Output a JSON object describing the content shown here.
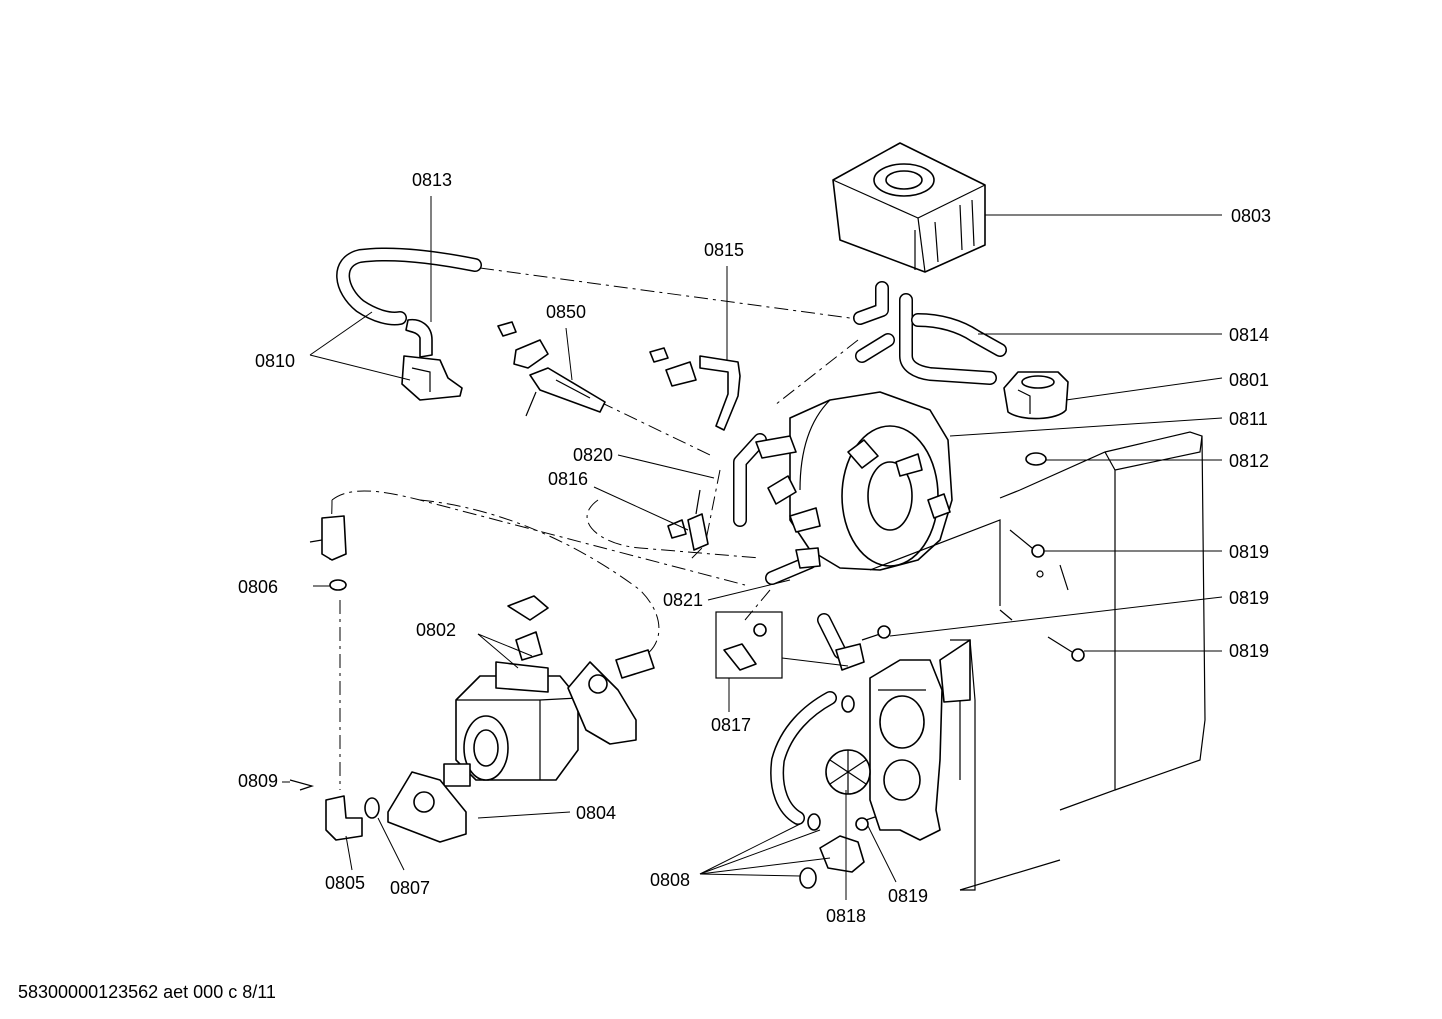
{
  "diagram": {
    "footer": "58300000123562 aet 000 c 8/11",
    "callouts": [
      {
        "id": "c0803",
        "text": "0803"
      },
      {
        "id": "c0813",
        "text": "0813"
      },
      {
        "id": "c0815",
        "text": "0815"
      },
      {
        "id": "c0850",
        "text": "0850"
      },
      {
        "id": "c0814",
        "text": "0814"
      },
      {
        "id": "c0810",
        "text": "0810"
      },
      {
        "id": "c0801",
        "text": "0801"
      },
      {
        "id": "c0811",
        "text": "0811"
      },
      {
        "id": "c0820",
        "text": "0820"
      },
      {
        "id": "c0812",
        "text": "0812"
      },
      {
        "id": "c0816",
        "text": "0816"
      },
      {
        "id": "c0819a",
        "text": "0819"
      },
      {
        "id": "c0806",
        "text": "0806"
      },
      {
        "id": "c0821",
        "text": "0821"
      },
      {
        "id": "c0819b",
        "text": "0819"
      },
      {
        "id": "c0802",
        "text": "0802"
      },
      {
        "id": "c0819c",
        "text": "0819"
      },
      {
        "id": "c0817",
        "text": "0817"
      },
      {
        "id": "c0809",
        "text": "0809"
      },
      {
        "id": "c0804",
        "text": "0804"
      },
      {
        "id": "c0808",
        "text": "0808"
      },
      {
        "id": "c0819d",
        "text": "0819"
      },
      {
        "id": "c0805",
        "text": "0805"
      },
      {
        "id": "c0807",
        "text": "0807"
      },
      {
        "id": "c0818",
        "text": "0818"
      }
    ]
  }
}
